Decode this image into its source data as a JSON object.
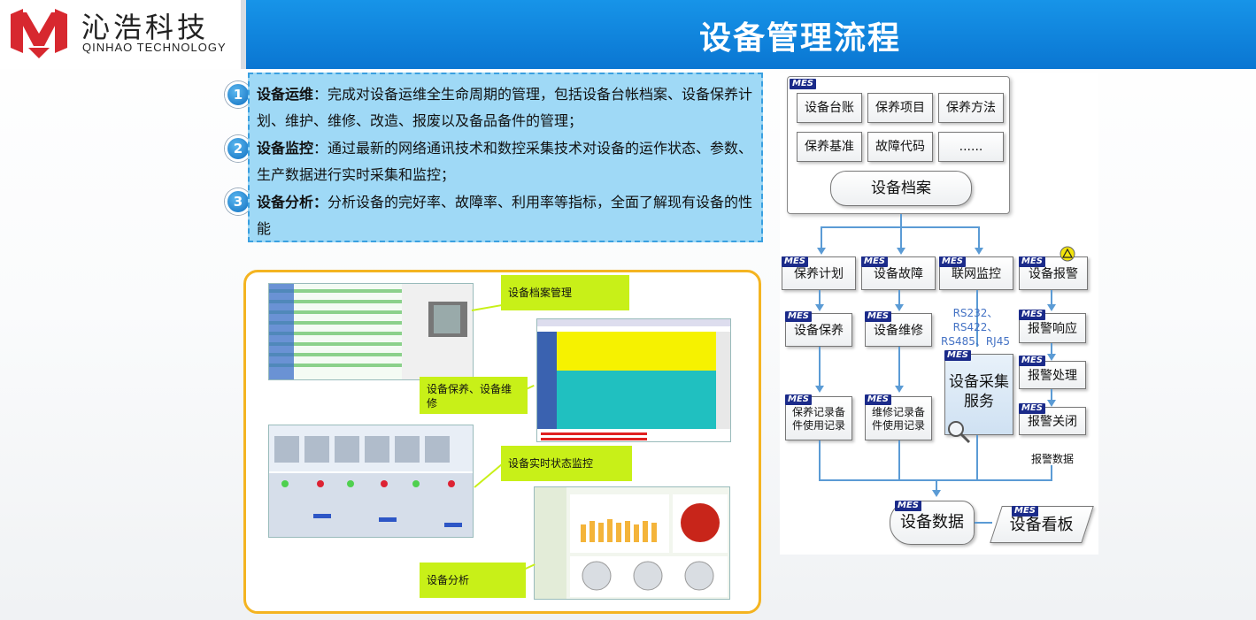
{
  "header": {
    "brand_cn": "沁浩科技",
    "brand_en": "QINHAO TECHNOLOGY",
    "title": "设备管理流程"
  },
  "description": [
    {
      "num": "1",
      "term": "设备运维",
      "sep": "：",
      "text": "完成对设备运维全生命周期的管理，包括设备台帐档案、设备保养计划、维护、维修、改造、报废以及备品备件的管理；"
    },
    {
      "num": "2",
      "term": "设备监控",
      "sep": "：",
      "text": "通过最新的网络通讯技术和数控采集技术对设备的运作状态、参数、生产数据进行实时采集和监控；"
    },
    {
      "num": "3",
      "term": "设备分析：",
      "sep": "",
      "text": "分析设备的完好率、故障率、利用率等指标，全面了解现有设备的性能"
    }
  ],
  "callouts": {
    "archive": "设备档案管理",
    "maintain": "设备保养、设备维修",
    "monitor": "设备实时状态监控",
    "analysis": "设备分析"
  },
  "flow": {
    "mes_tag": "MES",
    "archive_items": [
      "设备台账",
      "保养项目",
      "保养方法",
      "保养基准",
      "故障代码",
      "......"
    ],
    "archive": "设备档案",
    "plan": "保养计划",
    "fault": "设备故障",
    "network": "联网监控",
    "alarm": "设备报警",
    "maintain": "设备保养",
    "repair": "设备维修",
    "protocols": "RS232、RS422、RS485、RJ45",
    "collect": "设备采集服务",
    "alarm_response": "报警响应",
    "alarm_handle": "报警处理",
    "alarm_close": "报警关闭",
    "alarm_data": "报警数据",
    "maintain_record": "保养记录备件使用记录",
    "repair_record": "维修记录备件使用记录",
    "data": "设备数据",
    "board": "设备看板"
  },
  "colors": {
    "header_blue": "#0a76d2",
    "desc_bg": "#9fd9f6",
    "callout": "#c8f018",
    "panel_border": "#f4b421",
    "mes_tag": "#1b2b8a"
  }
}
